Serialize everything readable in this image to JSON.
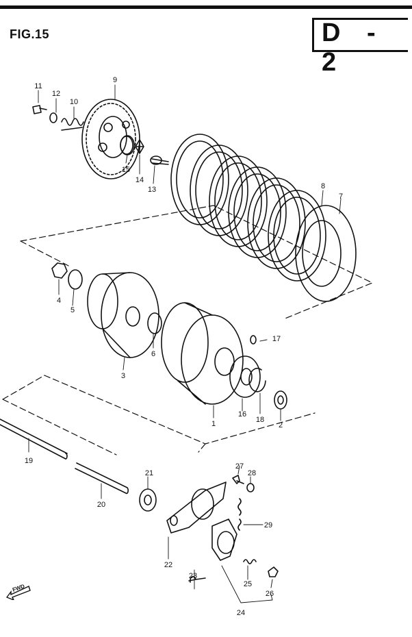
{
  "figure": {
    "title": "FIG.15",
    "code": "D - 2",
    "direction_label": "FWD"
  },
  "parts": [
    {
      "id": "p1",
      "label": "1"
    },
    {
      "id": "p2",
      "label": "2"
    },
    {
      "id": "p3",
      "label": "3"
    },
    {
      "id": "p4",
      "label": "4"
    },
    {
      "id": "p5",
      "label": "5"
    },
    {
      "id": "p6",
      "label": "6"
    },
    {
      "id": "p7",
      "label": "7"
    },
    {
      "id": "p8",
      "label": "8"
    },
    {
      "id": "p9",
      "label": "9"
    },
    {
      "id": "p10",
      "label": "10"
    },
    {
      "id": "p11",
      "label": "11"
    },
    {
      "id": "p12",
      "label": "12"
    },
    {
      "id": "p13",
      "label": "13"
    },
    {
      "id": "p14",
      "label": "14"
    },
    {
      "id": "p15",
      "label": "15"
    },
    {
      "id": "p16",
      "label": "16"
    },
    {
      "id": "p17",
      "label": "17"
    },
    {
      "id": "p18",
      "label": "18"
    },
    {
      "id": "p19",
      "label": "19"
    },
    {
      "id": "p20",
      "label": "20"
    },
    {
      "id": "p21",
      "label": "21"
    },
    {
      "id": "p22",
      "label": "22"
    },
    {
      "id": "p23",
      "label": "23"
    },
    {
      "id": "p24",
      "label": "24"
    },
    {
      "id": "p25",
      "label": "25"
    },
    {
      "id": "p26",
      "label": "26"
    },
    {
      "id": "p27",
      "label": "27"
    },
    {
      "id": "p28",
      "label": "28"
    },
    {
      "id": "p29",
      "label": "29"
    }
  ]
}
